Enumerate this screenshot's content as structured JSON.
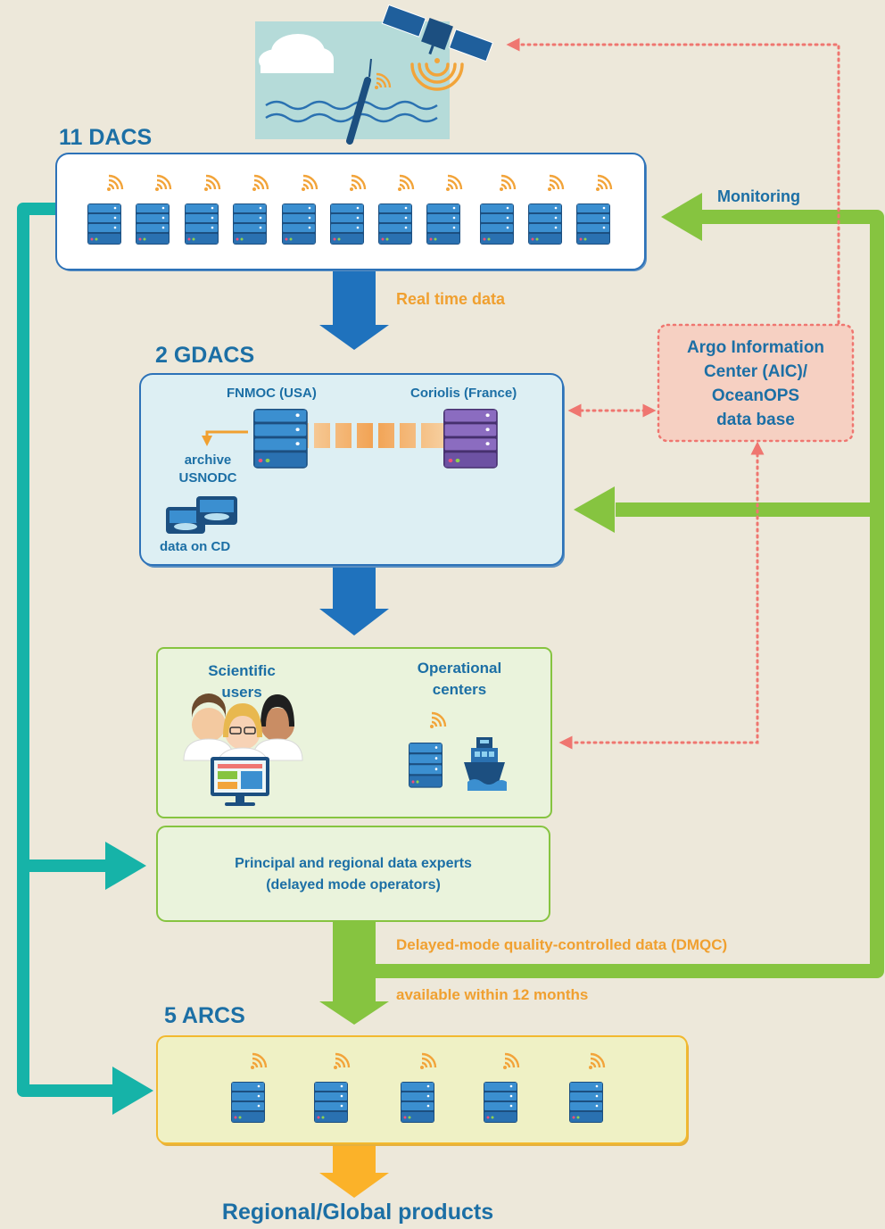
{
  "dacs": {
    "heading": "11 DACS",
    "server_count": 11
  },
  "gdacs": {
    "heading": "2 GDACS",
    "fnmoc": "FNMOC (USA)",
    "coriolis": "Coriolis (France)",
    "archive_line1": "archive",
    "archive_line2": "USNODC",
    "data_on_cd": "data on CD"
  },
  "users": {
    "scientific_line1": "Scientific",
    "scientific_line2": "users",
    "operational_line1": "Operational",
    "operational_line2": "centers"
  },
  "experts": {
    "line1": "Principal and regional data experts",
    "line2": "(delayed mode operators)"
  },
  "arcs": {
    "heading": "5 ARCS",
    "server_count": 5
  },
  "aic": {
    "line1": "Argo Information",
    "line2": "Center (AIC)/",
    "line3": "OceanOPS",
    "line4": "data base"
  },
  "flows": {
    "monitoring": "Monitoring",
    "real_time": "Real time data",
    "dmqc": "Delayed-mode quality-controlled data (DMQC)",
    "available": "available within 12 months",
    "products": "Regional/Global products"
  },
  "colors": {
    "background": "#ede8da",
    "teal": "#16b3a8",
    "green": "#86c440",
    "blue_arrow": "#1f72bd",
    "orange": "#f0a030",
    "heading_blue": "#1c6fa5",
    "aic_fill": "#f6d0c2",
    "aic_dot": "#ef7670"
  }
}
